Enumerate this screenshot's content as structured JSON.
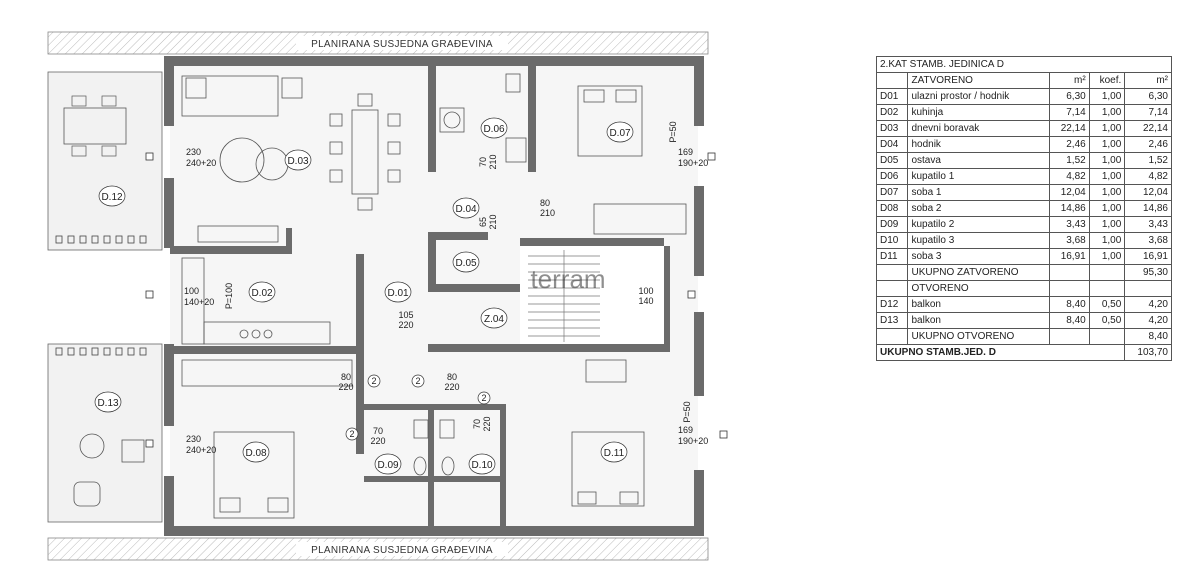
{
  "plan": {
    "neighbor_top": "PLANIRANA SUSJEDNA GRAĐEVINA",
    "neighbor_bottom": "PLANIRANA SUSJEDNA GRAĐEVINA",
    "watermark": "terram",
    "rooms": [
      "D.01",
      "D.02",
      "D.03",
      "D.04",
      "D.05",
      "D.06",
      "D.07",
      "D.08",
      "D.09",
      "D.10",
      "D.11",
      "D.12",
      "D.13",
      "Z.04"
    ],
    "dims": {
      "d03_a": "230",
      "d03_b": "240+20",
      "d02_a": "100",
      "d02_b": "140+20",
      "d02_p": "P=100",
      "d07_a": "169",
      "d07_b": "190+20",
      "d07_p": "P=50",
      "d11_a": "169",
      "d11_b": "190+20",
      "d11_p": "P=50",
      "d08_a": "230",
      "d08_b": "240+20",
      "d06_a": "70",
      "d06_b": "210",
      "d04_a": "65",
      "d04_b": "210",
      "d07door_a": "80",
      "d07door_b": "210",
      "d01_a": "105",
      "d01_b": "220",
      "z04_a": "100",
      "z04_b": "140",
      "d08door_a": "80",
      "d08door_b": "220",
      "d11door_a": "80",
      "d11door_b": "220",
      "d09door_a": "70",
      "d09door_b": "220",
      "d10door_a": "70",
      "d10door_b": "220",
      "circle_label": "2"
    }
  },
  "table": {
    "title": "2.KAT STAMB. JEDINICA D",
    "rows": [
      {
        "code": "",
        "name": "ZATVORENO",
        "a": "m²",
        "k": "koef.",
        "b": "m²"
      },
      {
        "code": "D01",
        "name": "ulazni prostor / hodnik",
        "a": "6,30",
        "k": "1,00",
        "b": "6,30"
      },
      {
        "code": "D02",
        "name": "kuhinja",
        "a": "7,14",
        "k": "1,00",
        "b": "7,14"
      },
      {
        "code": "D03",
        "name": "dnevni boravak",
        "a": "22,14",
        "k": "1,00",
        "b": "22,14"
      },
      {
        "code": "D04",
        "name": "hodnik",
        "a": "2,46",
        "k": "1,00",
        "b": "2,46"
      },
      {
        "code": "D05",
        "name": "ostava",
        "a": "1,52",
        "k": "1,00",
        "b": "1,52"
      },
      {
        "code": "D06",
        "name": "kupatilo 1",
        "a": "4,82",
        "k": "1,00",
        "b": "4,82"
      },
      {
        "code": "D07",
        "name": "soba 1",
        "a": "12,04",
        "k": "1,00",
        "b": "12,04"
      },
      {
        "code": "D08",
        "name": "soba 2",
        "a": "14,86",
        "k": "1,00",
        "b": "14,86"
      },
      {
        "code": "D09",
        "name": "kupatilo 2",
        "a": "3,43",
        "k": "1,00",
        "b": "3,43"
      },
      {
        "code": "D10",
        "name": "kupatilo 3",
        "a": "3,68",
        "k": "1,00",
        "b": "3,68"
      },
      {
        "code": "D11",
        "name": "soba 3",
        "a": "16,91",
        "k": "1,00",
        "b": "16,91"
      },
      {
        "code": "",
        "name": "UKUPNO ZATVORENO",
        "a": "",
        "k": "",
        "b": "95,30"
      },
      {
        "code": "",
        "name": "OTVORENO",
        "a": "",
        "k": "",
        "b": ""
      },
      {
        "code": "D12",
        "name": "balkon",
        "a": "8,40",
        "k": "0,50",
        "b": "4,20"
      },
      {
        "code": "D13",
        "name": "balkon",
        "a": "8,40",
        "k": "0,50",
        "b": "4,20"
      },
      {
        "code": "",
        "name": "UKUPNO OTVORENO",
        "a": "",
        "k": "",
        "b": "8,40"
      }
    ],
    "total_label": "UKUPNO STAMB.JED. D",
    "total_value": "103,70"
  }
}
